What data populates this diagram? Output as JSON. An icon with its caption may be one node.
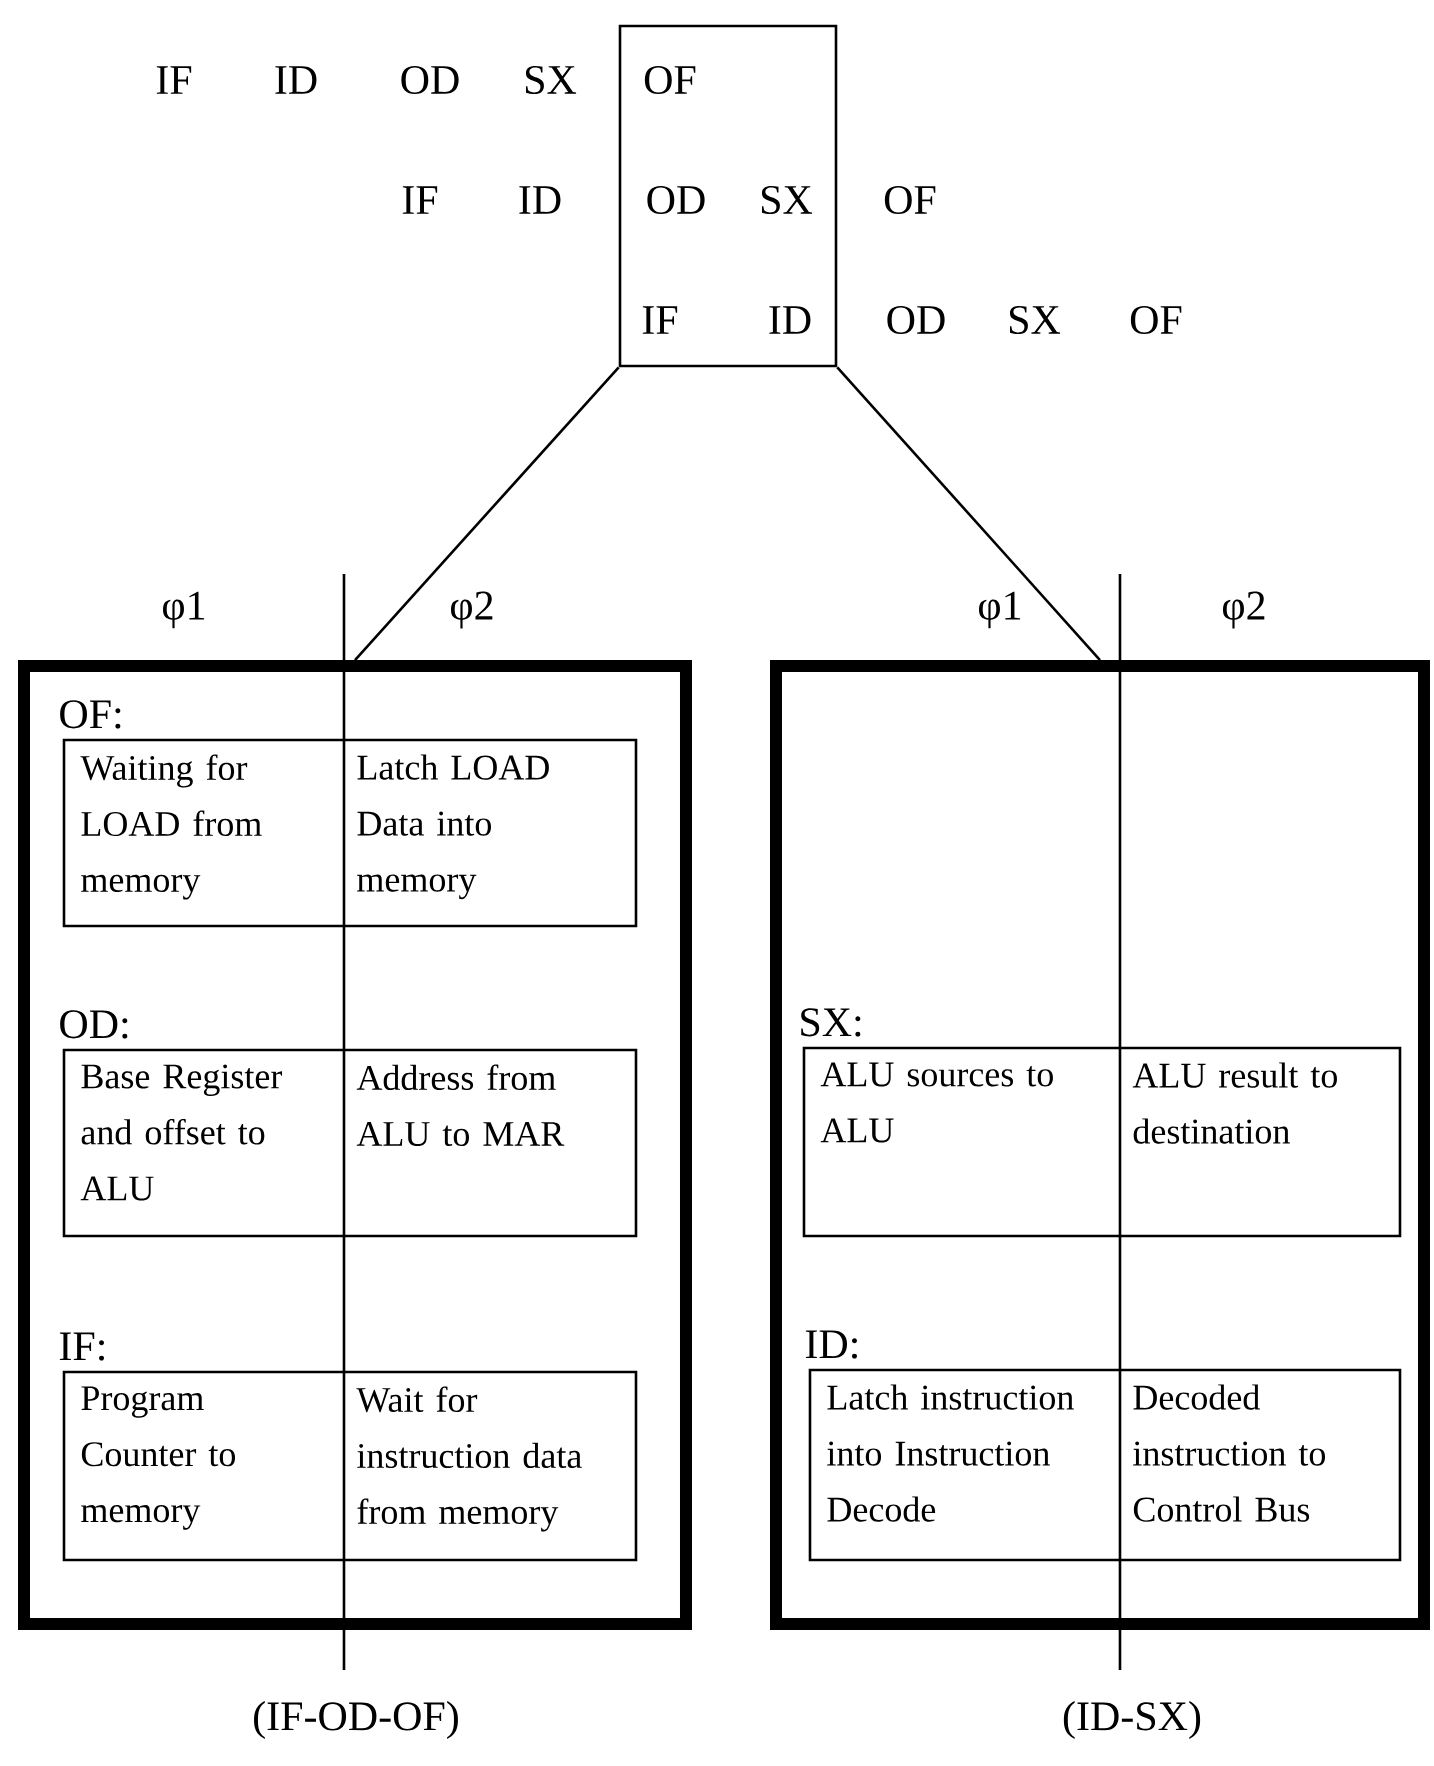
{
  "diagram": {
    "nodes": [
      {
        "text": [
          "OF",
          "OD",
          "SX",
          "IF",
          "ID"
        ]
      },
      {
        "text": [],
        "shape": "box",
        "beside": [
          "(IF-OD-OF)"
        ]
      },
      {
        "text": [
          "OF:",
          "Waiting for LOAD from memory",
          "Latch LOAD Data into memory"
        ],
        "in": 1
      },
      {
        "text": [
          "OD:",
          "Base Register and offset to ALU",
          "Address from ALU to MAR"
        ],
        "in": 1
      },
      {
        "text": [
          "IF:",
          "Program Counter to memory",
          "Wait for instruction data from memory"
        ],
        "in": 1
      },
      {
        "text": [],
        "shape": "box",
        "beside": [
          "(ID-SX)"
        ]
      },
      {
        "text": [
          "SX:",
          "ALU sources to ALU",
          "ALU result to destination"
        ],
        "in": 5
      },
      {
        "text": [
          "ID:",
          "Latch instruction into Instruction Decode",
          "Decoded instruction to Control Bus"
        ],
        "in": 5
      }
    ],
    "edges": [
      {
        "from": 0,
        "to": 1,
        "arrow": "none"
      },
      {
        "from": 0,
        "to": 5,
        "arrow": "none"
      }
    ],
    "labels": [
      "IF",
      "ID",
      "OD",
      "SX",
      "IF",
      "ID",
      "OF",
      "OD",
      "SX",
      "OF",
      "φ1",
      "φ2",
      "φ1",
      "φ2"
    ]
  }
}
